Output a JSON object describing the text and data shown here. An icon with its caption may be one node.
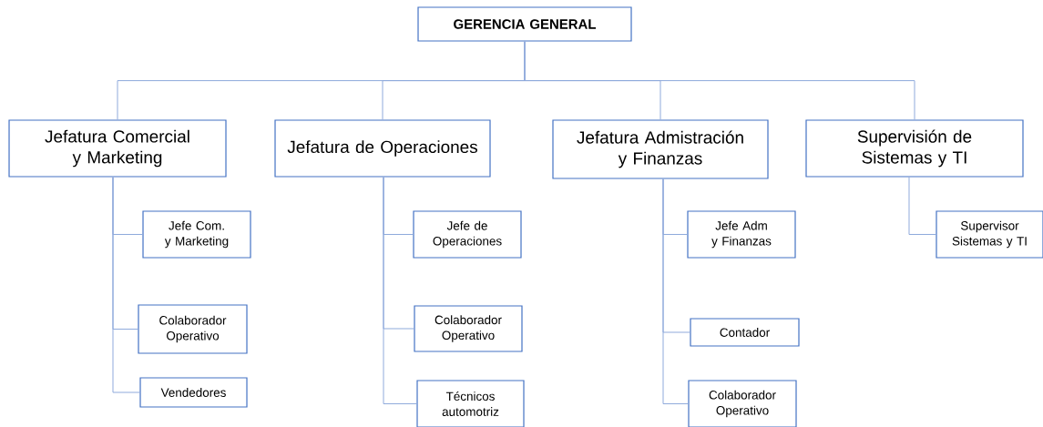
{
  "diagram": {
    "nodes": [
      {
        "text": [
          "GERENCIA GENERAL"
        ]
      },
      {
        "text": [
          "Jefatura Comercial y Marketing"
        ]
      },
      {
        "text": [
          "Jefatura de Operaciones"
        ]
      },
      {
        "text": [
          "Jefatura Admistración y Finanzas"
        ]
      },
      {
        "text": [
          "Supervisión de Sistemas y TI"
        ]
      },
      {
        "text": [
          "Jefe Com. y Marketing"
        ]
      },
      {
        "text": [
          "Colaborador Operativo"
        ]
      },
      {
        "text": [
          "Vendedores"
        ]
      },
      {
        "text": [
          "Jefe de Operaciones"
        ]
      },
      {
        "text": [
          "Colaborador Operativo"
        ]
      },
      {
        "text": [
          "Técnicos automotriz"
        ]
      },
      {
        "text": [
          "Jefe Adm y Finanzas"
        ]
      },
      {
        "text": [
          "Contador"
        ]
      },
      {
        "text": [
          "Colaborador Operativo"
        ]
      },
      {
        "text": [
          "Supervisor Sistemas y TI"
        ]
      }
    ],
    "edges": [
      {
        "from": 0,
        "to": 1,
        "arrow": "none"
      },
      {
        "from": 0,
        "to": 2,
        "arrow": "none"
      },
      {
        "from": 0,
        "to": 3,
        "arrow": "none"
      },
      {
        "from": 0,
        "to": 4,
        "arrow": "none"
      },
      {
        "from": 1,
        "to": 5,
        "arrow": "none"
      },
      {
        "from": 1,
        "to": 6,
        "arrow": "none"
      },
      {
        "from": 1,
        "to": 7,
        "arrow": "none"
      },
      {
        "from": 2,
        "to": 8,
        "arrow": "none"
      },
      {
        "from": 2,
        "to": 9,
        "arrow": "none"
      },
      {
        "from": 2,
        "to": 10,
        "arrow": "none"
      },
      {
        "from": 3,
        "to": 11,
        "arrow": "none"
      },
      {
        "from": 3,
        "to": 12,
        "arrow": "none"
      },
      {
        "from": 3,
        "to": 13,
        "arrow": "none"
      },
      {
        "from": 4,
        "to": 14,
        "arrow": "none"
      }
    ]
  }
}
